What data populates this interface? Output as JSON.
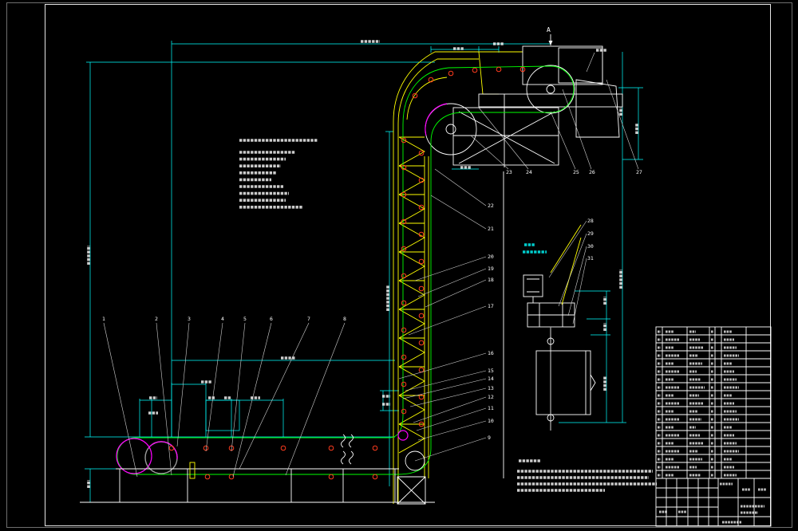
{
  "view_arrow_label": "A",
  "balloons": {
    "left": [
      "1",
      "2",
      "3",
      "4",
      "5",
      "6",
      "7",
      "8"
    ],
    "column": [
      "22",
      "21",
      "20",
      "19",
      "18",
      "17",
      "16",
      "15",
      "14",
      "13",
      "12",
      "11",
      "10",
      "9"
    ],
    "head": [
      "23",
      "24",
      "25",
      "26",
      "27"
    ],
    "drive_view": [
      "28",
      "29",
      "30",
      "31"
    ]
  },
  "colors": {
    "background": "#000000",
    "frame": "#ffffff",
    "border": "#6e6e6e",
    "structure": "#ffff00",
    "chain": "#00ff00",
    "dimension": "#00ffff",
    "pulley": "#ff00ff",
    "bucket": "#ff3c1e",
    "leader": "#cfcfcf",
    "shaft": "#9a9a9a"
  }
}
